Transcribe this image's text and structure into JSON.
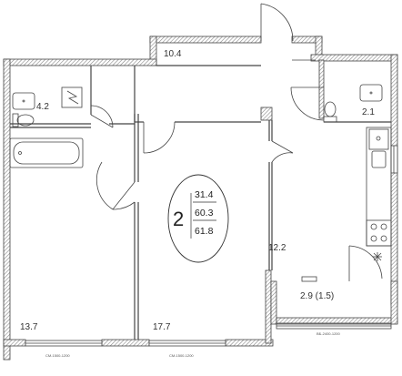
{
  "plan": {
    "rooms_count": "2",
    "areas": {
      "living": "31.4",
      "total": "60.3",
      "total_with_balcony": "61.8"
    },
    "rooms": [
      {
        "id": "loggia",
        "label": "10.4"
      },
      {
        "id": "bath",
        "label": "4.2"
      },
      {
        "id": "wc",
        "label": "2.1"
      },
      {
        "id": "kitchen",
        "label": "12.2"
      },
      {
        "id": "balcony",
        "label": "2.9  (1.5)"
      },
      {
        "id": "room-left",
        "label": "13.7"
      },
      {
        "id": "room-center",
        "label": "17.7"
      }
    ],
    "colors": {
      "wall": "#555555",
      "hatch": "#888888",
      "line": "#333333"
    }
  }
}
